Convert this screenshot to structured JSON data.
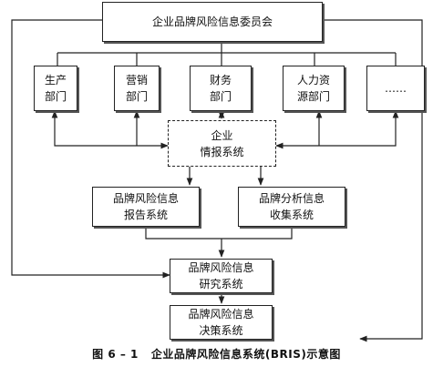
{
  "top": "企业品牌风险信息委员会",
  "departments": [
    {
      "lines": [
        "生产",
        "部门"
      ]
    },
    {
      "lines": [
        "营销",
        "部门"
      ]
    },
    {
      "lines": [
        "财务",
        "部门"
      ]
    },
    {
      "lines": [
        "人力资",
        "源部门"
      ]
    },
    {
      "lines": [
        "……"
      ]
    }
  ],
  "center": [
    "企业",
    "情报系统"
  ],
  "report": [
    "品牌风险信息",
    "报告系统"
  ],
  "analysis": [
    "品牌分析信息",
    "收集系统"
  ],
  "research": [
    "品牌风险信息",
    "研究系统"
  ],
  "decision": [
    "品牌风险信息",
    "决策系统"
  ],
  "caption": {
    "number": "图 6 – 1",
    "text": "企业品牌风险信息系统(BRIS)示意图"
  }
}
